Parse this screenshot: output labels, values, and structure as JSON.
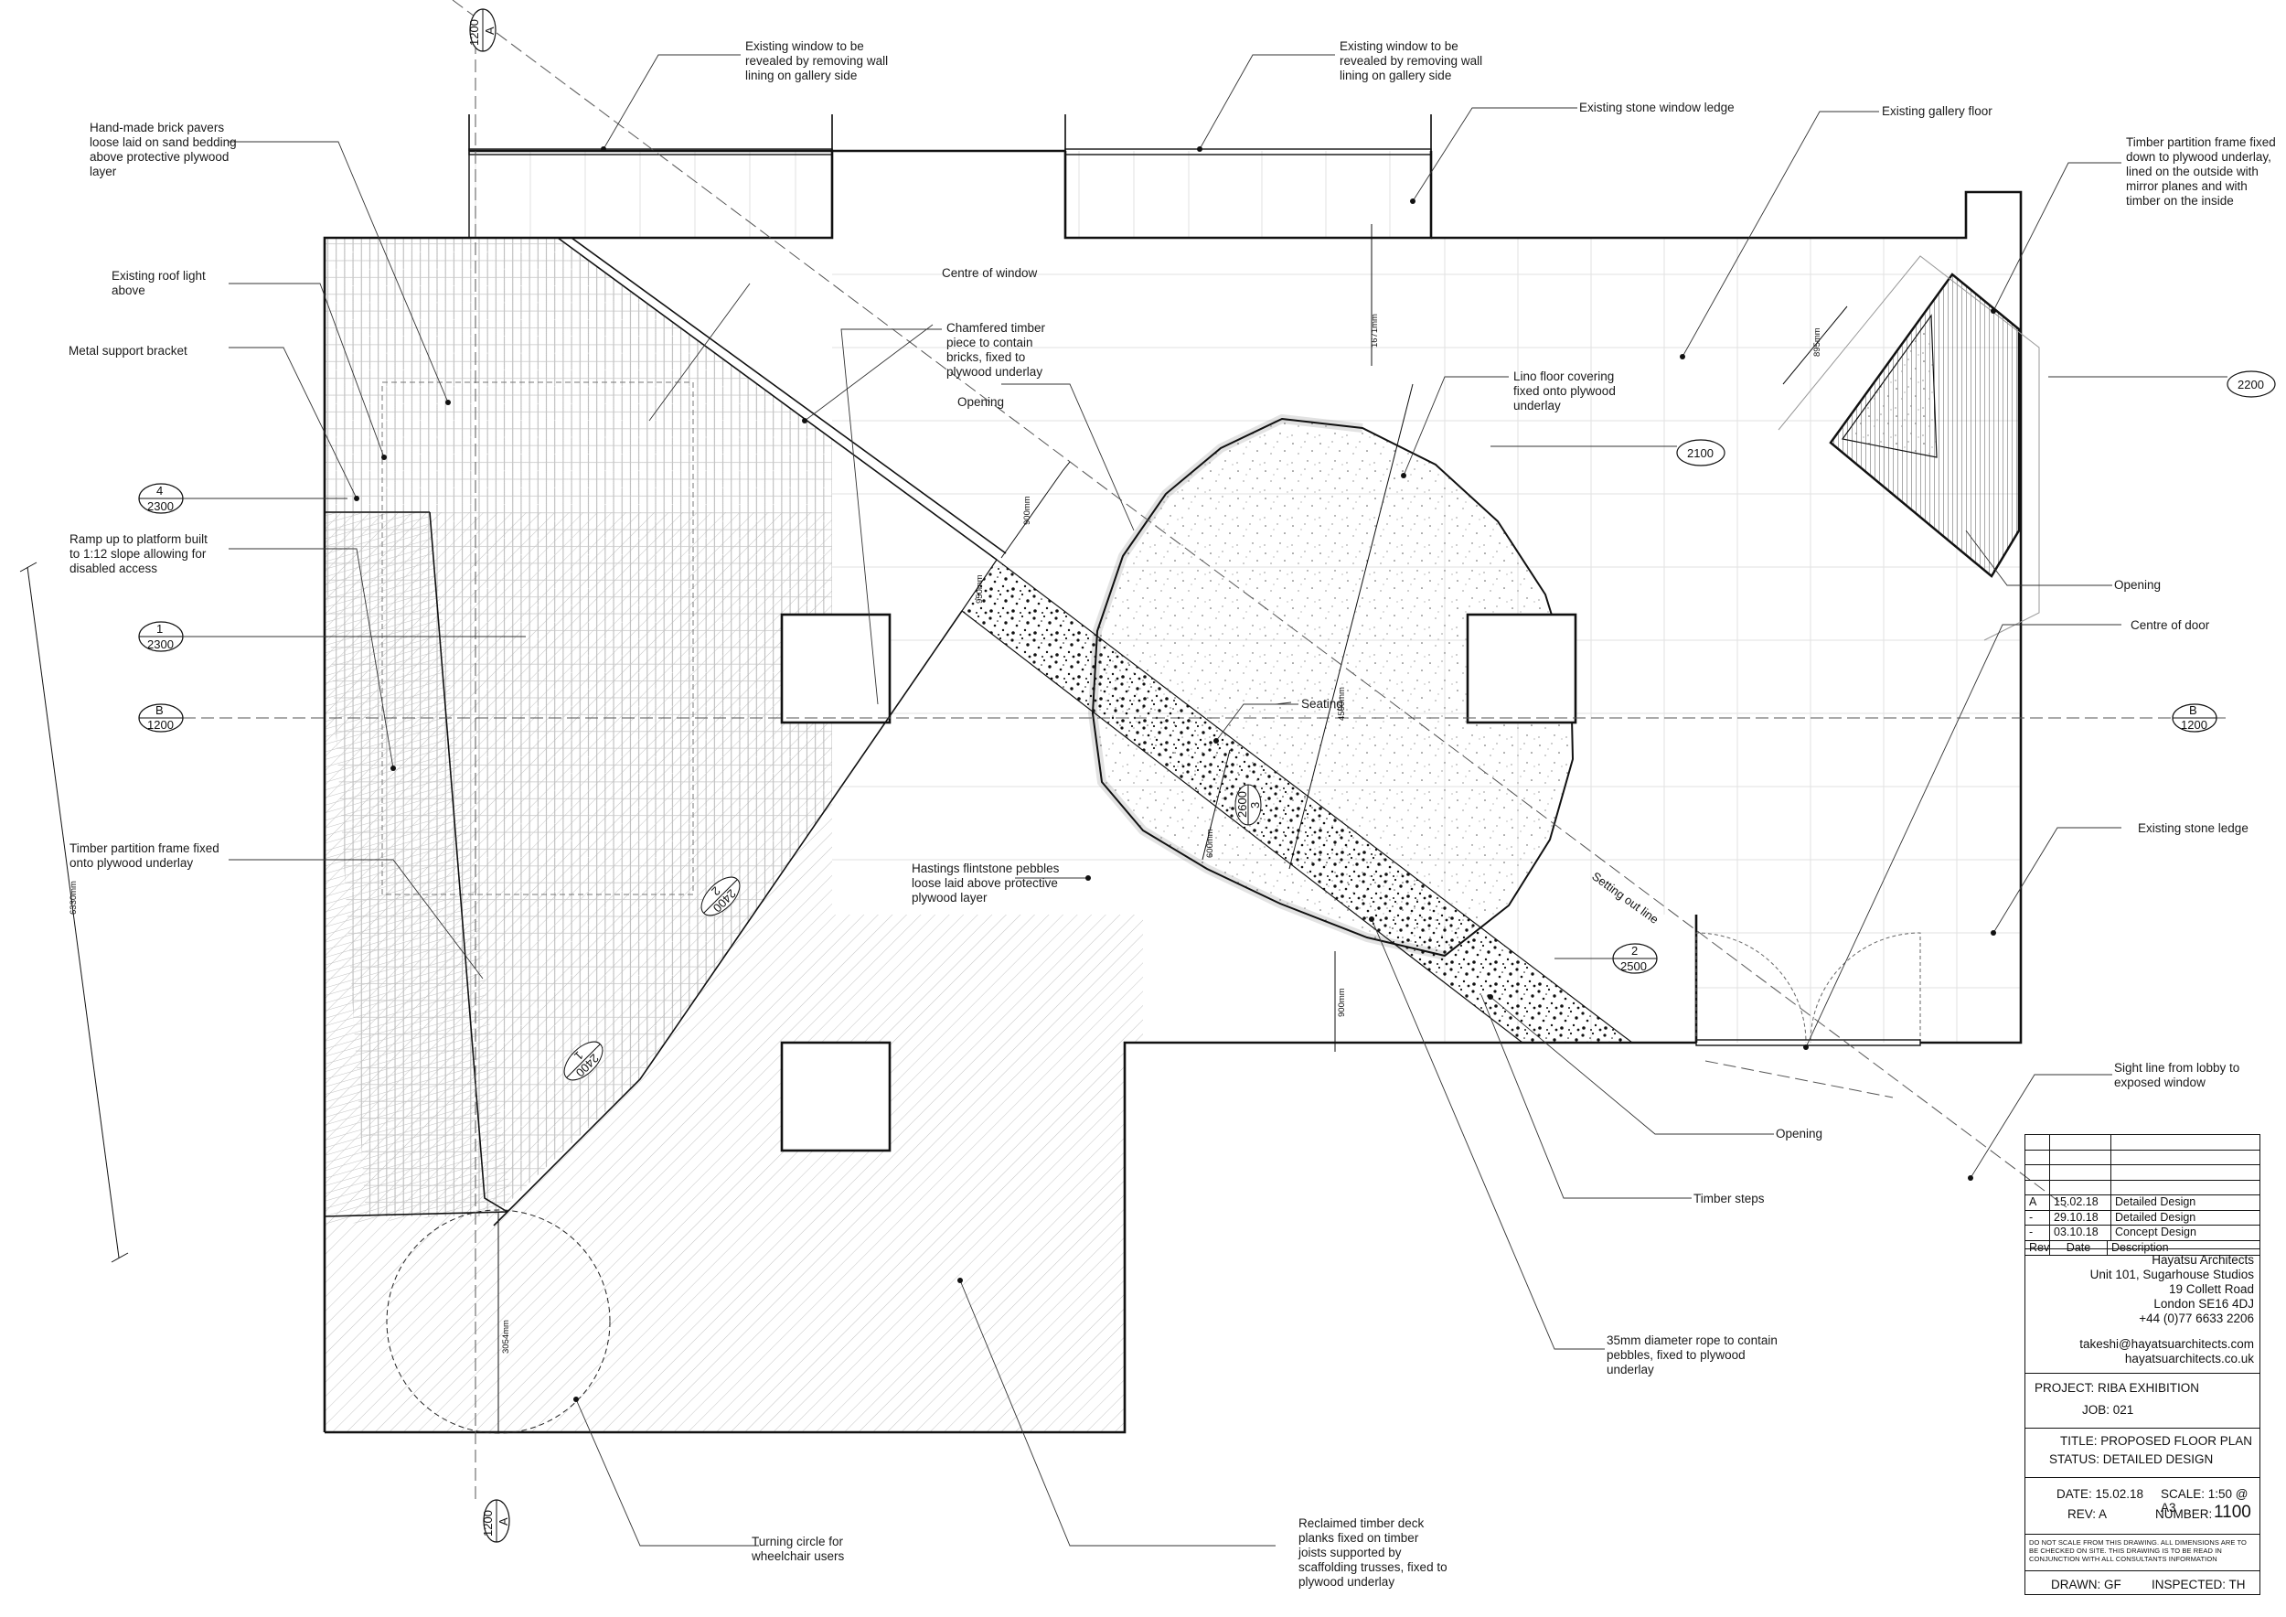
{
  "notes": {
    "window_1": "Existing window to be\nrevealed by removing wall\nlining on gallery side",
    "window_2": "Existing window to be\nrevealed by removing wall\nlining on gallery side",
    "stone_window_ledge": "Existing stone window ledge",
    "gallery_floor": "Existing gallery floor",
    "timber_partition_mirror": "Timber partition frame fixed\ndown to plywood underlay,\nlined on the outside with\nmirror planes and with\ntimber on the inside",
    "brick_pavers": "Hand-made brick pavers\nloose laid on sand bedding\nabove protective plywood\nlayer",
    "roof_light": "Existing roof light\nabove",
    "metal_bracket": "Metal support bracket",
    "centre_of_window": "Centre of window",
    "chamfered_timber": "Chamfered timber\npiece to contain\nbricks, fixed to\nplywood underlay",
    "opening_1": "Opening",
    "lino_floor": "Lino floor covering\nfixed onto plywood\nunderlay",
    "opening_2": "Opening",
    "centre_of_door": "Centre of door",
    "ramp": "Ramp up to platform built\nto 1:12 slope allowing for\ndisabled access",
    "seating": "Seating",
    "existing_stone_ledge": "Existing stone ledge",
    "timber_partition": "Timber partition frame fixed\nonto plywood underlay",
    "flintstone": "Hastings flintstone pebbles\nloose laid above protective\nplywood layer",
    "setting_out_line": "Setting out line",
    "sight_line": "Sight line from lobby to\nexposed window",
    "opening_3": "Opening",
    "timber_steps": "Timber steps",
    "rope": "35mm diameter rope to contain\npebbles, fixed to plywood\nunderlay",
    "turning_circle": "Turning circle for\nwheelchair users",
    "deck_planks": "Reclaimed timber deck\nplanks fixed on timber\njoists supported by\nscaffolding trusses, fixed to\nplywood underlay"
  },
  "section_tags": {
    "a_top": {
      "top": "1200",
      "bottom": "A"
    },
    "a_bottom": {
      "top": "1200",
      "bottom": "A"
    },
    "b_left": {
      "top": "B",
      "bottom": "1200"
    },
    "b_right": {
      "top": "B",
      "bottom": "1200"
    },
    "e4": {
      "top": "4",
      "bottom": "2300"
    },
    "e1": {
      "top": "1",
      "bottom": "2300"
    },
    "e2": {
      "top": "2",
      "bottom": "2500"
    },
    "e2100": {
      "label": "2100"
    },
    "e2200": {
      "label": "2200"
    }
  },
  "plan_tags": {
    "t2400a": "2400",
    "t2400b": "2400",
    "t2600": "2600",
    "sub_a": "2",
    "sub_b": "1",
    "sub_c": "3"
  },
  "dimensions": {
    "d_left_vertical": "6330mm",
    "d_top_chamfer": "900mm",
    "d_950": "950mm",
    "d_1671": "1671mm",
    "d_circle": "4500mm",
    "d_steps": "600mm",
    "d_lower": "900mm",
    "d_turning": "3054mm",
    "d_mirror": "895mm"
  },
  "title_block": {
    "revisions": [
      {
        "rev": "",
        "date": "",
        "description": ""
      },
      {
        "rev": "",
        "date": "",
        "description": ""
      },
      {
        "rev": "",
        "date": "",
        "description": ""
      },
      {
        "rev": "",
        "date": "",
        "description": ""
      },
      {
        "rev": "A",
        "date": "15.02.18",
        "description": "Detailed Design"
      },
      {
        "rev": "-",
        "date": "29.10.18",
        "description": "Detailed Design"
      },
      {
        "rev": "-",
        "date": "03.10.18",
        "description": "Concept Design"
      }
    ],
    "rev_header": {
      "rev": "Rev",
      "date": "Date",
      "description": "Description"
    },
    "firm": "Hayatsu Architects",
    "address_1": "Unit 101, Sugarhouse Studios",
    "address_2": "19 Collett Road",
    "address_3": "London SE16 4DJ",
    "phone": "+44 (0)77 6633 2206",
    "email": "takeshi@hayatsuarchitects.com",
    "website": "hayatsuarchitects.co.uk",
    "project": "PROJECT: RIBA EXHIBITION",
    "job": "JOB: 021",
    "title": "TITLE: PROPOSED FLOOR PLAN",
    "status": "STATUS: DETAILED DESIGN",
    "date": "DATE: 15.02.18",
    "scale": "SCALE: 1:50 @ A3",
    "rev": "REV: A",
    "number_label": "NUMBER:",
    "number": "1100",
    "disclaimer": "DO NOT SCALE FROM THIS DRAWING. ALL DIMENSIONS ARE TO BE CHECKED ON SITE. THIS DRAWING IS TO BE READ IN CONJUNCTION WITH ALL CONSULTANTS INFORMATION",
    "drawn": "DRAWN: GF",
    "inspected": "INSPECTED: TH"
  }
}
